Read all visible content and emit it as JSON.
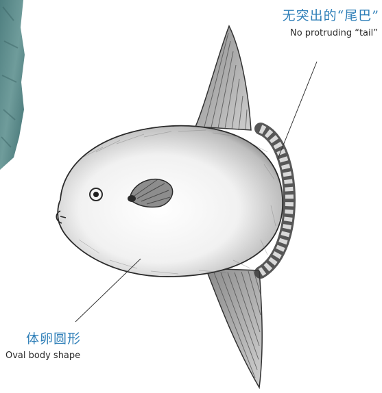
{
  "annotations": {
    "tail": {
      "label_cn": "无突出的“尾巴”",
      "label_en": "No protruding “tail”"
    },
    "body": {
      "label_cn": "体卵圆形",
      "label_en": "Oval body shape"
    }
  },
  "colors": {
    "label_accent": "#2f7fb8",
    "label_text": "#2a2a2a",
    "background_texture": "#5b8b8c"
  },
  "figure": {
    "subject": "ocean-sunfish-illustration"
  }
}
